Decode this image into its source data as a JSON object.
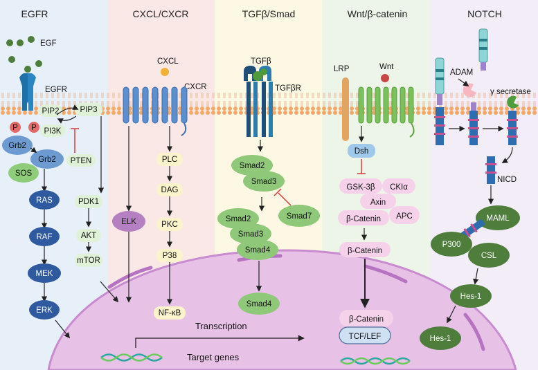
{
  "pathways": {
    "egfr": {
      "title": "EGFR",
      "ligand": "EGF",
      "receptor": "EGFR",
      "phospho": [
        "P",
        "P"
      ],
      "nodes": {
        "pip2": "PIP2",
        "pip3": "PIP3",
        "pi3k": "PI3K",
        "pten": "PTEN",
        "grb2_a": "Grb2",
        "grb2_b": "Grb2",
        "sos": "SOS",
        "ras": "RAS",
        "raf": "RAF",
        "mek": "MEK",
        "erk": "ERK",
        "pdk1": "PDK1",
        "akt": "AKT",
        "mtor": "mTOR"
      }
    },
    "cxcl": {
      "title": "CXCL/CXCR",
      "ligand": "CXCL",
      "receptor": "CXCR",
      "nodes": {
        "elk": "ELK",
        "plc": "PLC",
        "dag": "DAG",
        "pkc": "PKC",
        "p38": "P38",
        "nfkb": "NF-κB"
      }
    },
    "tgf": {
      "title": "TGFβ/Smad",
      "ligand": "TGFβ",
      "receptor": "TGFβR",
      "nodes": {
        "smad2_a": "Smad2",
        "smad3_a": "Smad3",
        "smad7": "Smad7",
        "smad2_b": "Smad2",
        "smad3_b": "Smad3",
        "smad4_a": "Smad4",
        "smad4_b": "Smad4"
      }
    },
    "wnt": {
      "title": "Wnt/β-catenin",
      "coreceptor": "LRP",
      "ligand": "Wnt",
      "nodes": {
        "dsh": "Dsh",
        "gsk": "GSK-3β",
        "ck": "CKIα",
        "axin": "Axin",
        "apc": "APC",
        "bcat_a": "β-Catenin",
        "bcat_b": "β-Catenin",
        "bcat_c": "β-Catenin",
        "tcf": "TCF/LEF"
      }
    },
    "notch": {
      "title": "NOTCH",
      "adam": "ADAM",
      "gamma": "γ secretase",
      "nodes": {
        "nicd": "NICD",
        "maml": "MAML",
        "p300": "P300",
        "csl": "CSL",
        "hes_a": "Hes-1",
        "hes_b": "Hes-1"
      }
    }
  },
  "nucleus": {
    "transcription": "Transcription",
    "target_genes": "Target genes"
  },
  "colors": {
    "egfr_bg": "#eaf1fb",
    "cxcl_bg": "#fbe9e9",
    "tgf_bg": "#fdf8e6",
    "wnt_bg": "#eef5ea",
    "notch_bg": "#f3eef7",
    "nucleus": "#e6bfe6",
    "membrane": "#f3b37c",
    "dark_blue": "#2f5aa0",
    "light_green": "#a8d58a",
    "dark_green": "#4e7d3c",
    "pink": "#f6d2ea",
    "purple": "#b480c1",
    "pale_yellow": "#fbf3cc",
    "pale_green": "#dff1d6"
  }
}
